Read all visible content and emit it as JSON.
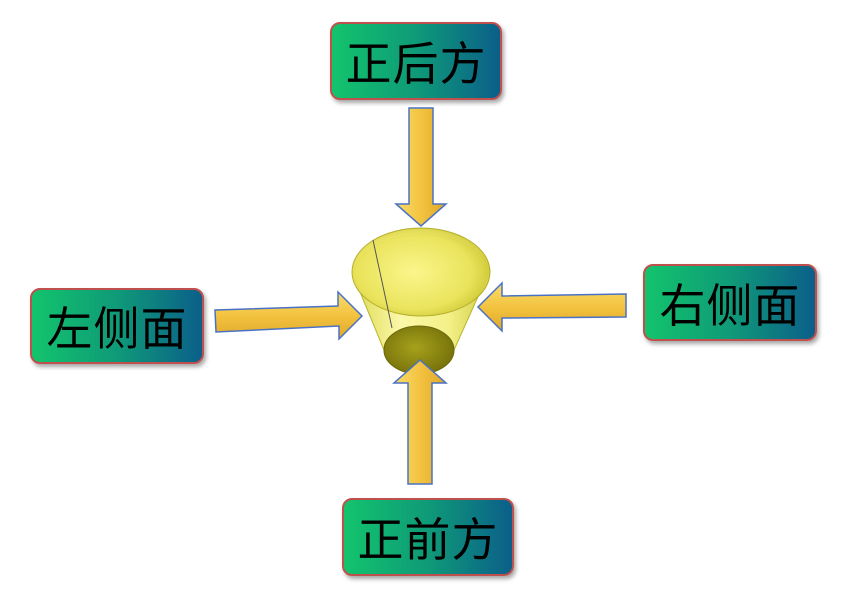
{
  "labels": {
    "back": "正后方",
    "left": "左侧面",
    "right": "右侧面",
    "front": "正前方"
  },
  "colors": {
    "box_gradient_start": "#12c46c",
    "box_gradient_end": "#0b5f8a",
    "box_border": "#c0504d",
    "arrow_fill": "#f5c842",
    "arrow_stroke": "#4a72c4",
    "frustum_fill": "#e7e55a",
    "frustum_bottom": "#8e8a10"
  }
}
